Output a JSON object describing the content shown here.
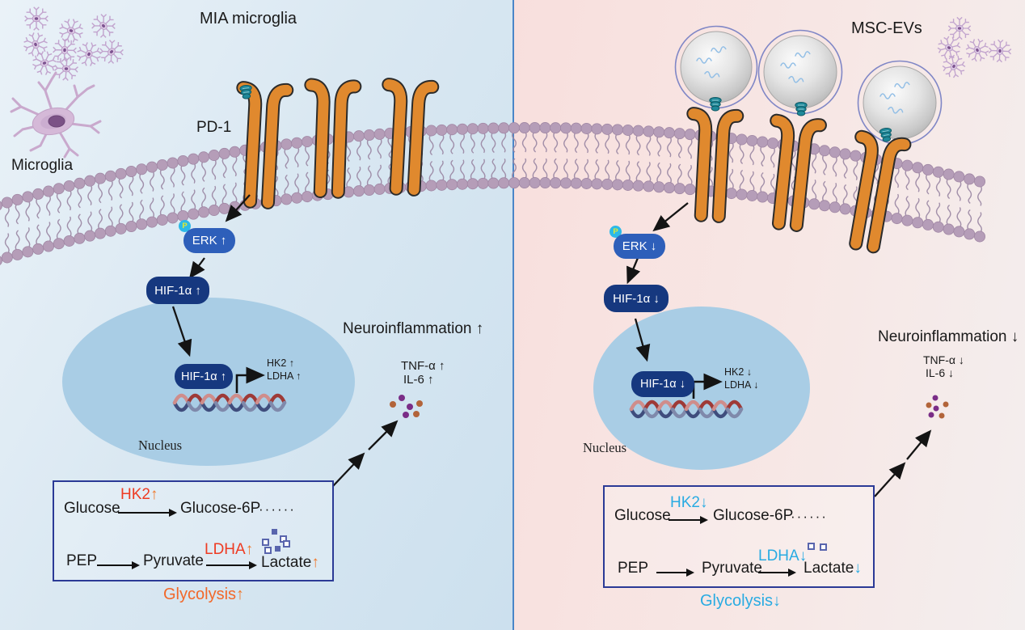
{
  "colors": {
    "up_enzyme": "#ee3b23",
    "up_arrow": "#f0782a",
    "down_accent": "#29abe2",
    "glycolysis_box_border": "#2b3a96",
    "erk_box": "#2e5fba",
    "hif_box": "#16387f",
    "nucleus_fill": "#a9cde5",
    "receptor_orange": "#e0892e",
    "membrane_purple": "#b59db8",
    "divider_blue": "#4a86c8",
    "phospho_circle": "#2cb9e8",
    "cytokine_purple": "#7a2d87",
    "cytokine_brown": "#b2643a"
  },
  "left": {
    "title": "MIA microglia",
    "cell_label": "Microglia",
    "receptor_label": "PD-1",
    "phospho": "P",
    "erk": "ERK ↑",
    "hif": "HIF-1α ↑",
    "hif_nucleus": "HIF-1α ↑",
    "nucleus": "Nucleus",
    "gene1": "HK2 ↑",
    "gene2": "LDHA ↑",
    "neuroinflammation": "Neuroinflammation ↑",
    "cytokine1": "TNF-α ↑",
    "cytokine2": "IL-6 ↑",
    "glycolysis": {
      "substrate1": "Glucose",
      "enzyme1": "HK2",
      "enzyme1_arrow": "↑",
      "product1": "Glucose-6P",
      "ellipsis": "······",
      "substrate2": "PEP",
      "intermediate": "Pyruvate",
      "enzyme2": "LDHA",
      "enzyme2_arrow": "↑",
      "product2": "Lactate",
      "product2_arrow": "↑",
      "label": "Glycolysis",
      "label_arrow": "↑"
    }
  },
  "right": {
    "title": "MSC-EVs",
    "phospho": "P",
    "erk": "ERK ↓",
    "hif": "HIF-1α ↓",
    "hif_nucleus": "HIF-1α ↓",
    "nucleus": "Nucleus",
    "gene1": "HK2 ↓",
    "gene2": "LDHA ↓",
    "neuroinflammation": "Neuroinflammation ↓",
    "cytokine1": "TNF-α ↓",
    "cytokine2": "IL-6 ↓",
    "glycolysis": {
      "substrate1": "Glucose",
      "enzyme1": "HK2",
      "enzyme1_arrow": "↓",
      "product1": "Glucose-6P",
      "ellipsis": "······",
      "substrate2": "PEP",
      "intermediate": "Pyruvate",
      "enzyme2": "LDHA",
      "enzyme2_arrow": "↓",
      "product2": "Lactate",
      "product2_arrow": "↓",
      "label": "Glycolysis",
      "label_arrow": "↓"
    }
  }
}
